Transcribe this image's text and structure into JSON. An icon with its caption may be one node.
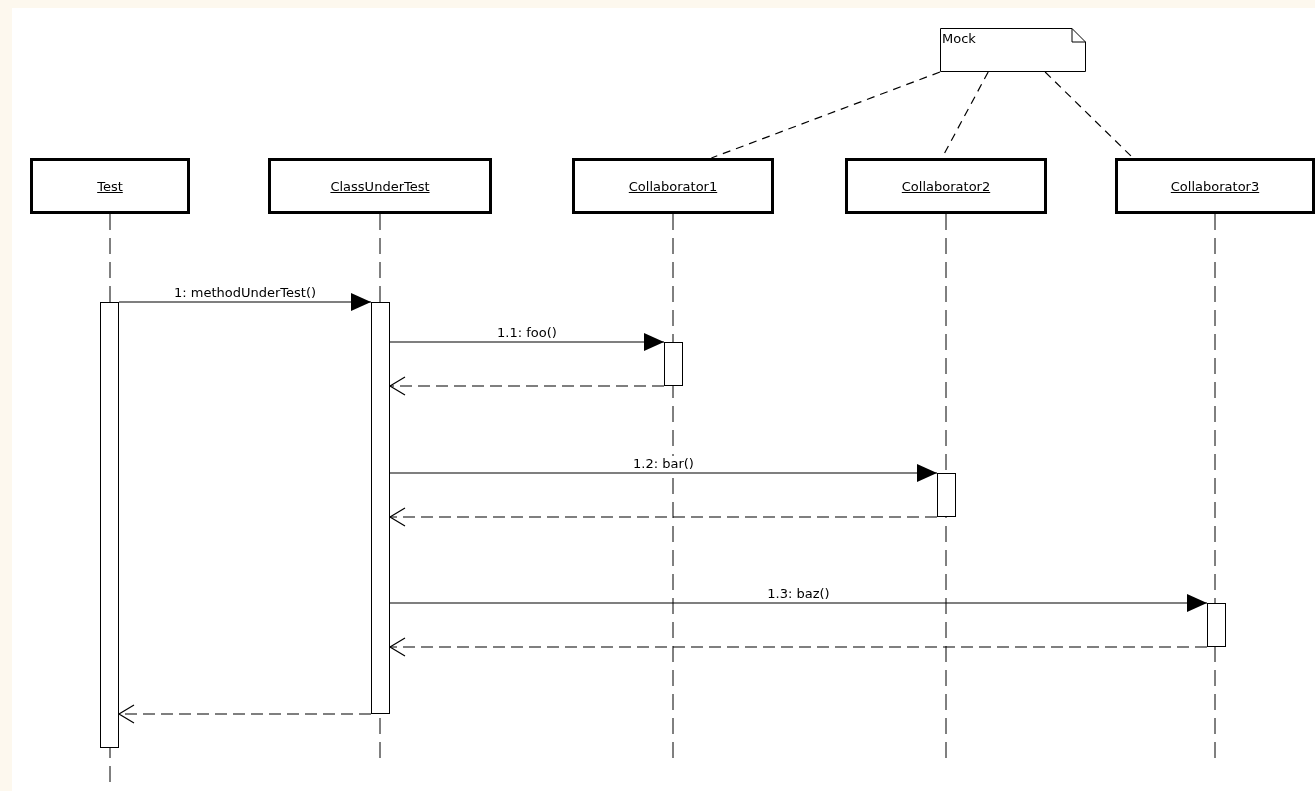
{
  "diagram": {
    "nodes": [
      {
        "text": [
          "Mock"
        ]
      },
      {
        "text": [
          "Test"
        ]
      },
      {
        "text": [
          "ClassUnderTest"
        ]
      },
      {
        "text": [
          "Collaborator1"
        ]
      },
      {
        "text": [
          "Collaborator2"
        ]
      },
      {
        "text": [
          "Collaborator3"
        ]
      },
      {
        "text": [],
        "shape": "bar"
      },
      {
        "text": [],
        "shape": "bar"
      },
      {
        "text": [],
        "shape": "bar"
      },
      {
        "text": [],
        "shape": "bar"
      },
      {
        "text": [],
        "shape": "bar"
      }
    ],
    "edges": [
      {
        "from": 0,
        "to": 3,
        "arrow": "none",
        "style": "dashed"
      },
      {
        "from": 0,
        "to": 4,
        "arrow": "none",
        "style": "dashed"
      },
      {
        "from": 0,
        "to": 5,
        "arrow": "none",
        "style": "dashed"
      },
      {
        "from": 6,
        "to": 7,
        "arrow": "to",
        "label": "1: methodUnderTest()"
      },
      {
        "from": 7,
        "to": 8,
        "arrow": "to",
        "label": "1.1: foo()"
      },
      {
        "from": 8,
        "to": 7,
        "arrow": "to",
        "style": "dashed"
      },
      {
        "from": 7,
        "to": 9,
        "arrow": "to",
        "label": "1.2: bar()"
      },
      {
        "from": 9,
        "to": 7,
        "arrow": "to",
        "style": "dashed"
      },
      {
        "from": 7,
        "to": 10,
        "arrow": "to",
        "label": "1.3: baz()"
      },
      {
        "from": 10,
        "to": 7,
        "arrow": "to",
        "style": "dashed"
      },
      {
        "from": 7,
        "to": 6,
        "arrow": "to",
        "style": "dashed"
      }
    ]
  }
}
